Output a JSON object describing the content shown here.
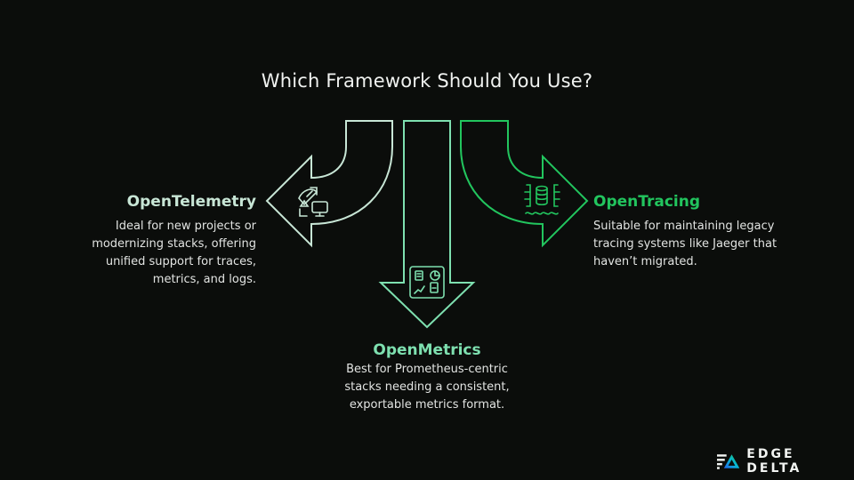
{
  "title": "Which Framework Should You Use?",
  "options": [
    {
      "name": "OpenTelemetry",
      "description": [
        "Ideal for new projects or",
        "modernizing stacks, offering",
        "unified support for traces,",
        "metrics, and logs."
      ],
      "icon": "satellite-monitor-icon",
      "color": "#c8e6d6"
    },
    {
      "name": "OpenMetrics",
      "description": [
        "Best for Prometheus-centric",
        "stacks needing a consistent,",
        "exportable metrics format."
      ],
      "icon": "metrics-dashboard-icon",
      "color": "#7ee0b0"
    },
    {
      "name": "OpenTracing",
      "description": [
        "Suitable for maintaining legacy",
        "tracing systems like Jaeger that",
        "haven’t migrated."
      ],
      "icon": "database-tracing-icon",
      "color": "#22c55e"
    }
  ],
  "logo": {
    "text": "EDGE DELTA"
  }
}
